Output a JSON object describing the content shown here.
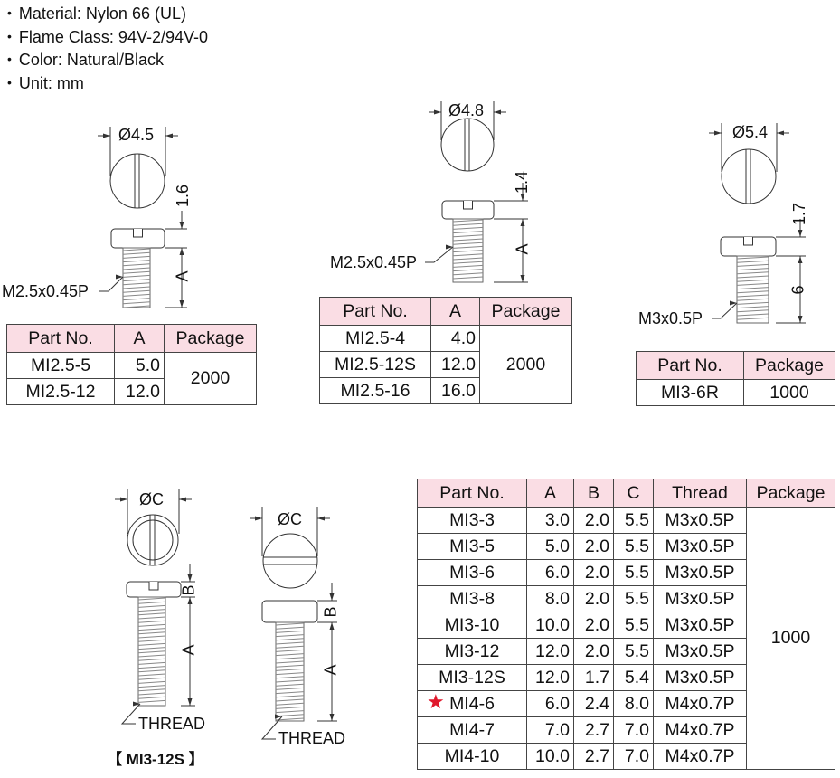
{
  "specs": [
    "Material: Nylon 66 (UL)",
    "Flame Class: 94V-2/94V-0",
    "Color: Natural/Black",
    "Unit: mm"
  ],
  "colors": {
    "header_bg": "#fadde4",
    "star": "#e0182c"
  },
  "drawing1": {
    "diameter": "Ø4.5",
    "head": "1.6",
    "length": "A",
    "thread": "M2.5x0.45P"
  },
  "drawing2": {
    "diameter": "Ø4.8",
    "head": "1.4",
    "length": "A",
    "thread": "M2.5x0.45P"
  },
  "drawing3": {
    "diameter": "Ø5.4",
    "head": "1.7",
    "length": "6",
    "thread": "M3x0.5P"
  },
  "drawing4": {
    "diameter": "ØC",
    "head": "B",
    "length": "A",
    "thread": "THREAD",
    "caption": "【 MI3-12S 】"
  },
  "drawing5": {
    "diameter": "ØC",
    "head": "B",
    "length": "A",
    "thread": "THREAD"
  },
  "table1": {
    "headers": [
      "Part No.",
      "A",
      "Package"
    ],
    "rows": [
      [
        "MI2.5-5",
        "5.0"
      ],
      [
        "MI2.5-12",
        "12.0"
      ]
    ],
    "package": "2000"
  },
  "table2": {
    "headers": [
      "Part No.",
      "A",
      "Package"
    ],
    "rows": [
      [
        "MI2.5-4",
        "4.0"
      ],
      [
        "MI2.5-12S",
        "12.0"
      ],
      [
        "MI2.5-16",
        "16.0"
      ]
    ],
    "package": "2000"
  },
  "table3": {
    "headers": [
      "Part No.",
      "Package"
    ],
    "rows": [
      [
        "MI3-6R",
        "1000"
      ]
    ]
  },
  "table4": {
    "headers": [
      "Part No.",
      "A",
      "B",
      "C",
      "Thread",
      "Package"
    ],
    "rows": [
      [
        "MI3-3",
        "3.0",
        "2.0",
        "5.5",
        "M3x0.5P"
      ],
      [
        "MI3-5",
        "5.0",
        "2.0",
        "5.5",
        "M3x0.5P"
      ],
      [
        "MI3-6",
        "6.0",
        "2.0",
        "5.5",
        "M3x0.5P"
      ],
      [
        "MI3-8",
        "8.0",
        "2.0",
        "5.5",
        "M3x0.5P"
      ],
      [
        "MI3-10",
        "10.0",
        "2.0",
        "5.5",
        "M3x0.5P"
      ],
      [
        "MI3-12",
        "12.0",
        "2.0",
        "5.5",
        "M3x0.5P"
      ],
      [
        "MI3-12S",
        "12.0",
        "1.7",
        "5.4",
        "M3x0.5P"
      ],
      [
        "MI4-6",
        "6.0",
        "2.4",
        "8.0",
        "M4x0.7P"
      ],
      [
        "MI4-7",
        "7.0",
        "2.7",
        "7.0",
        "M4x0.7P"
      ],
      [
        "MI4-10",
        "10.0",
        "2.7",
        "7.0",
        "M4x0.7P"
      ]
    ],
    "package": "1000",
    "starred_row": "MI4-6",
    "star_icon": "★"
  }
}
